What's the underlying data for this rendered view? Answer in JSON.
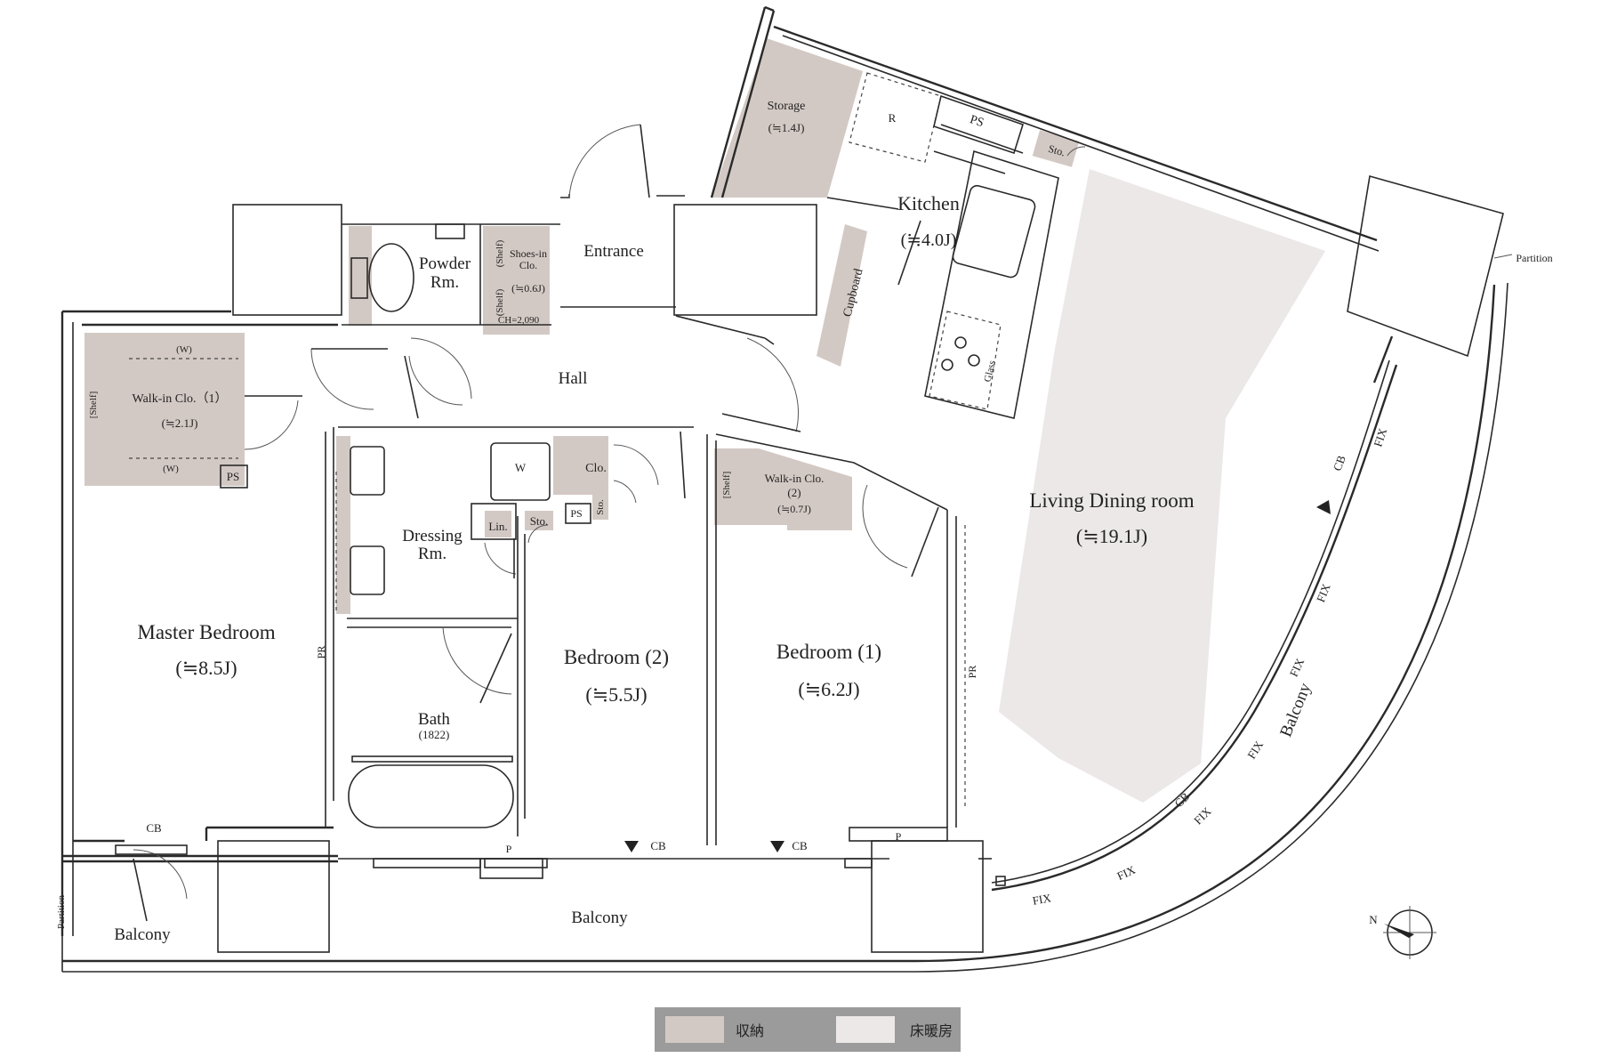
{
  "colors": {
    "storage": "#d3c9c4",
    "floor_heating": "#ebe8e7",
    "wall": "#2a2a2a",
    "legend_bg": "#9b9b9b"
  },
  "rooms": {
    "master_bedroom": {
      "name": "Master Bedroom",
      "size": "(≒8.5J)"
    },
    "bedroom2": {
      "name": "Bedroom (2)",
      "size": "(≒5.5J)"
    },
    "bedroom1": {
      "name": "Bedroom (1)",
      "size": "(≒6.2J)"
    },
    "living": {
      "name": "Living Dining room",
      "size": "(≒19.1J)"
    },
    "kitchen": {
      "name": "Kitchen",
      "size": "(≒4.0J)"
    },
    "entrance": {
      "name": "Entrance"
    },
    "hall": {
      "name": "Hall"
    },
    "powder": {
      "name1": "Powder",
      "name2": "Rm."
    },
    "dressing": {
      "name1": "Dressing",
      "name2": "Rm."
    },
    "bath": {
      "name": "Bath",
      "size": "(1822)"
    },
    "storage": {
      "name": "Storage",
      "size": "(≒1.4J)"
    },
    "walkin1": {
      "name": "Walk-in Clo.（1）",
      "size": "(≒2.1J)"
    },
    "walkin2": {
      "name": "Walk-in Clo.",
      "num": "(2)",
      "size": "(≒0.7J)"
    },
    "shoes": {
      "name1": "Shoes-in",
      "name2": "Clo.",
      "size": "(≒0.6J)",
      "ch": "CH=2,090"
    }
  },
  "labels": {
    "shelf": "[Shelf]",
    "shelf_round": "(Shelf)",
    "w_mark": "(W)",
    "ps": "PS",
    "r": "R",
    "sto": "Sto.",
    "lin": "Lin.",
    "clo": "Clo.",
    "w": "W",
    "cupboard": "Cupboard",
    "glass": "Glass",
    "pr": "PR",
    "cb": "CB",
    "p": "P",
    "fix": "FIX",
    "balcony": "Balcony",
    "partition": "Partition",
    "north": "N"
  },
  "legend": {
    "storage_label": "収納",
    "floor_heating_label": "床暖房"
  }
}
